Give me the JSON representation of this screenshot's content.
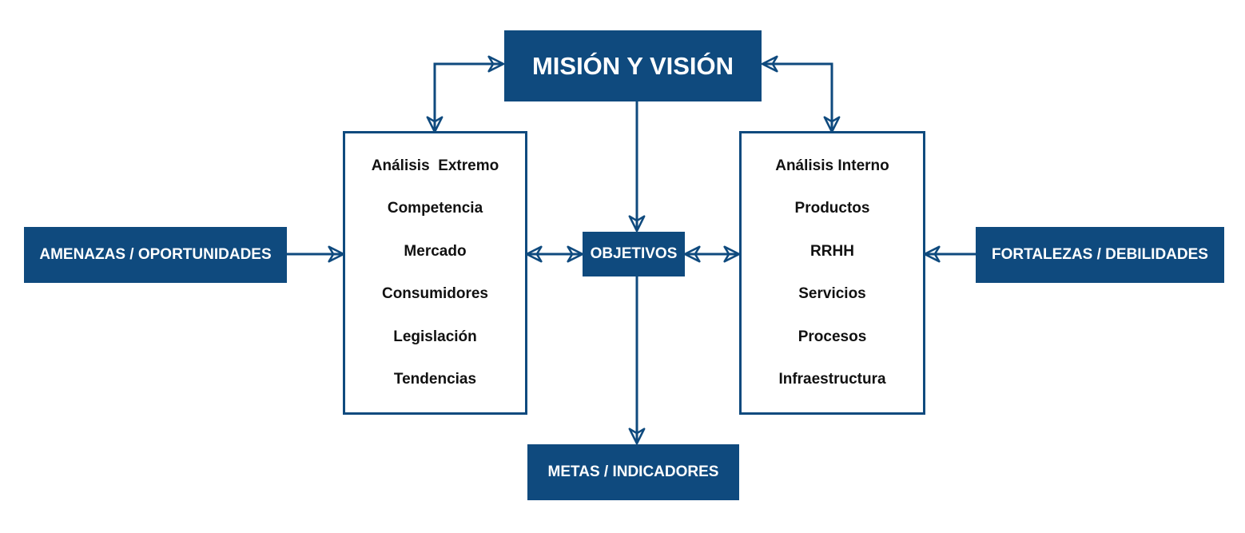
{
  "colors": {
    "box_fill": "#0f4a7e",
    "box_text": "#ffffff",
    "line": "#0f4a7e",
    "list_text": "#111111"
  },
  "nodes": {
    "mission": "MISIÓN Y VISIÓN",
    "objectives": "OBJETIVOS",
    "goals": "METAS / INDICADORES",
    "threats": "AMENAZAS / OPORTUNIDADES",
    "strengths": "FORTALEZAS / DEBILIDADES"
  },
  "external_analysis": {
    "items": [
      "Análisis  Extremo",
      "Competencia",
      "Mercado",
      "Consumidores",
      "Legislación",
      "Tendencias"
    ]
  },
  "internal_analysis": {
    "items": [
      "Análisis Interno",
      "Productos",
      "RRHH",
      "Servicios",
      "Procesos",
      "Infraestructura"
    ]
  }
}
